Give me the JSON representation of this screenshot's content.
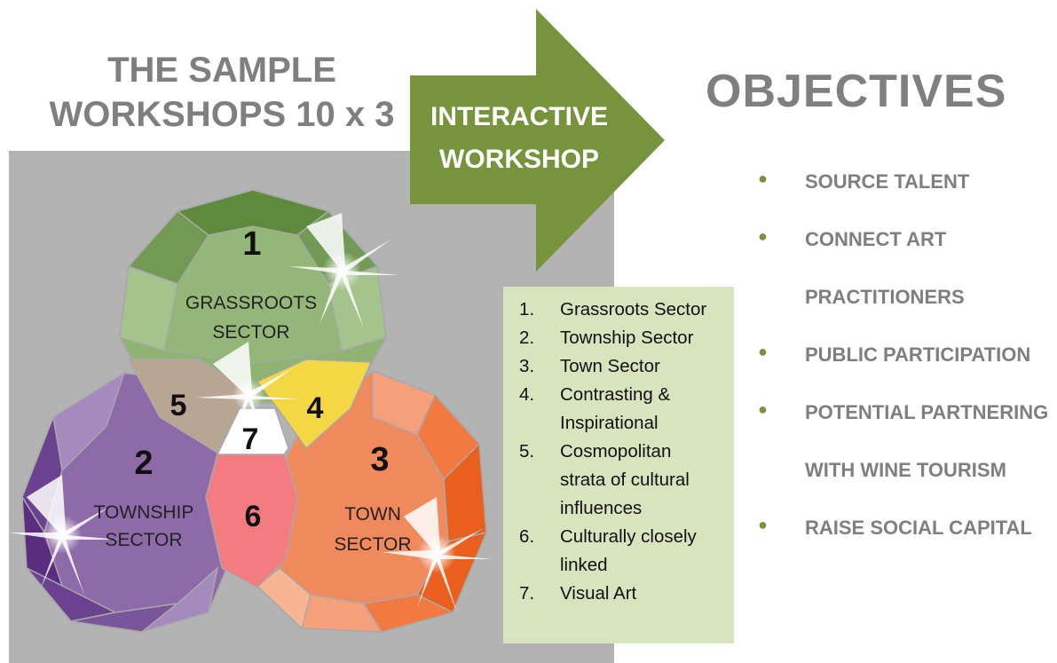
{
  "header": {
    "title_line1": "THE SAMPLE",
    "title_line2": "WORKSHOPS 10 x 3"
  },
  "arrow": {
    "line1": "INTERACTIVE",
    "line2": "WORKSHOP",
    "color": "#77933c"
  },
  "objectives": {
    "title": "OBJECTIVES",
    "items": [
      {
        "lines": [
          "SOURCE TALENT"
        ]
      },
      {
        "lines": [
          "CONNECT ART",
          "PRACTITIONERS"
        ]
      },
      {
        "lines": [
          "PUBLIC PARTICIPATION"
        ]
      },
      {
        "lines": [
          "POTENTIAL PARTNERING",
          "WITH WINE TOURISM"
        ]
      },
      {
        "lines": [
          "RAISE SOCIAL CAPITAL"
        ]
      }
    ]
  },
  "diagram": {
    "circles": [
      {
        "number": "1",
        "label_line1": "GRASSROOTS",
        "label_line2": "SECTOR",
        "color": "#8fb373"
      },
      {
        "number": "2",
        "label_line1": "TOWNSHIP",
        "label_line2": "SECTOR",
        "color": "#8e6aa8"
      },
      {
        "number": "3",
        "label_line1": "TOWN",
        "label_line2": "SECTOR",
        "color": "#f08a5c"
      }
    ],
    "overlaps": [
      {
        "number": "4",
        "color": "#f5d645"
      },
      {
        "number": "5",
        "color": "#b8a593"
      },
      {
        "number": "6",
        "color": "#f47b80"
      },
      {
        "number": "7",
        "color": "#ffffff"
      }
    ]
  },
  "legend": {
    "items": [
      {
        "num": "1.",
        "text": "Grassroots Sector"
      },
      {
        "num": "2.",
        "text": "Township Sector"
      },
      {
        "num": "3.",
        "text": "Town Sector"
      },
      {
        "num": "4.",
        "text": "Contrasting &",
        "text2": "Inspirational"
      },
      {
        "num": "5.",
        "text": "Cosmopolitan",
        "text2": "strata of cultural",
        "text3": "influences"
      },
      {
        "num": "6.",
        "text": "Culturally closely",
        "text2": "linked"
      },
      {
        "num": "7.",
        "text": "Visual Art"
      }
    ]
  }
}
